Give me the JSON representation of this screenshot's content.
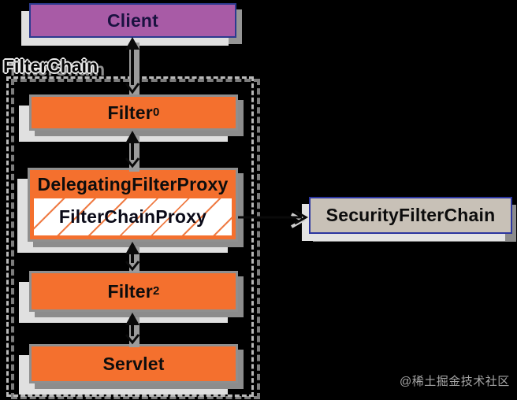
{
  "diagram": {
    "filterchain_label": "FilterChain",
    "boxes": {
      "client": {
        "label": "Client"
      },
      "filter0": {
        "label": "Filter",
        "subscript": "0"
      },
      "delegating_filter_proxy": {
        "label": "DelegatingFilterProxy"
      },
      "filter_chain_proxy": {
        "label": "FilterChainProxy"
      },
      "filter2": {
        "label": "Filter",
        "subscript": "2"
      },
      "servlet": {
        "label": "Servlet"
      },
      "security_filter_chain": {
        "label": "SecurityFilterChain"
      }
    },
    "colors": {
      "background": "#000000",
      "client_fill": "#a85ba6",
      "client_border": "#2c3a8f",
      "filter_fill": "#f4702e",
      "filter_border": "#8f8f8f",
      "hatch_line": "#ef7c45",
      "hatch_background": "#ffffff",
      "security_fill": "#c8c1b7",
      "security_border": "#2b35a0",
      "shadow_light": "#e0e0e0",
      "shadow_dark": "#8c8c8c",
      "dashed_border": "#b9b9b9",
      "arrow": "#0a0a0a"
    }
  },
  "watermark": {
    "text": "@稀土掘金技术社区"
  }
}
